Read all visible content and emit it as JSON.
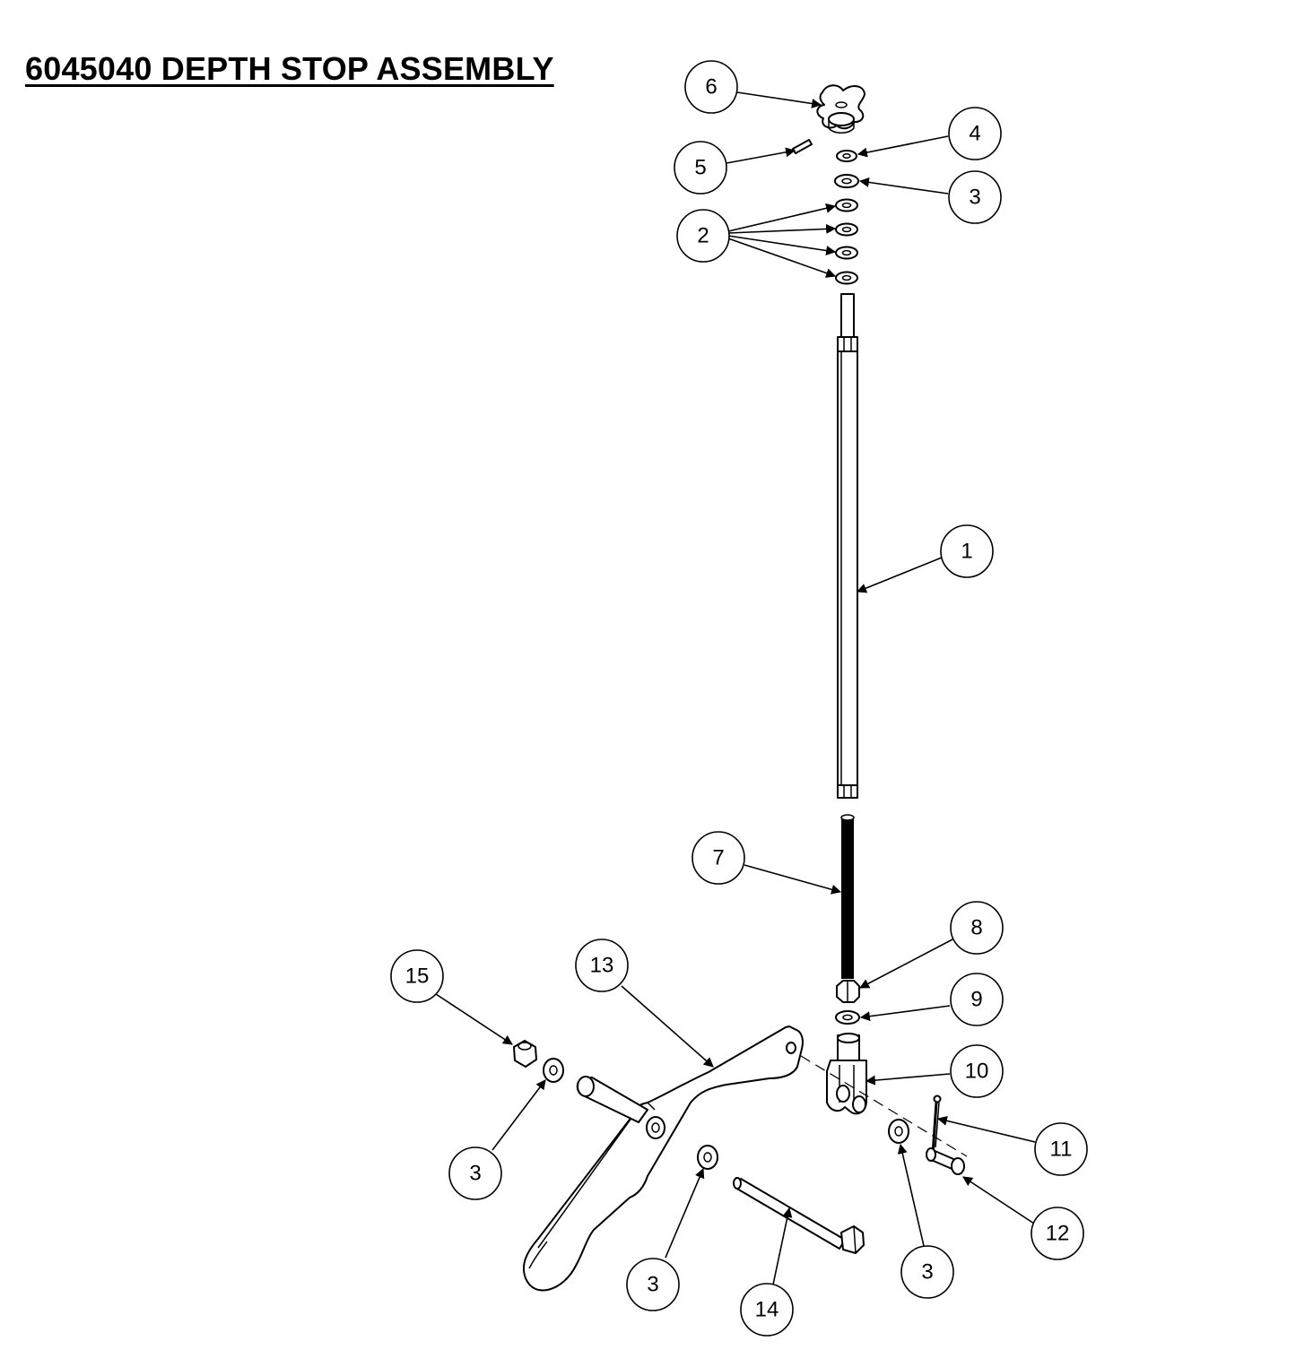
{
  "title": "6045040  DEPTH STOP ASSEMBLY",
  "callouts": [
    {
      "id": "c6",
      "label": "6"
    },
    {
      "id": "c5",
      "label": "5"
    },
    {
      "id": "c4",
      "label": "4"
    },
    {
      "id": "c3a",
      "label": "3"
    },
    {
      "id": "c2",
      "label": "2"
    },
    {
      "id": "c1",
      "label": "1"
    },
    {
      "id": "c7",
      "label": "7"
    },
    {
      "id": "c8",
      "label": "8"
    },
    {
      "id": "c9",
      "label": "9"
    },
    {
      "id": "c10",
      "label": "10"
    },
    {
      "id": "c11",
      "label": "11"
    },
    {
      "id": "c12",
      "label": "12"
    },
    {
      "id": "c13",
      "label": "13"
    },
    {
      "id": "c14",
      "label": "14"
    },
    {
      "id": "c15",
      "label": "15"
    },
    {
      "id": "c3b",
      "label": "3"
    },
    {
      "id": "c3c",
      "label": "3"
    },
    {
      "id": "c3d",
      "label": "3"
    }
  ],
  "colors": {
    "line": "#000000",
    "background": "#ffffff"
  }
}
